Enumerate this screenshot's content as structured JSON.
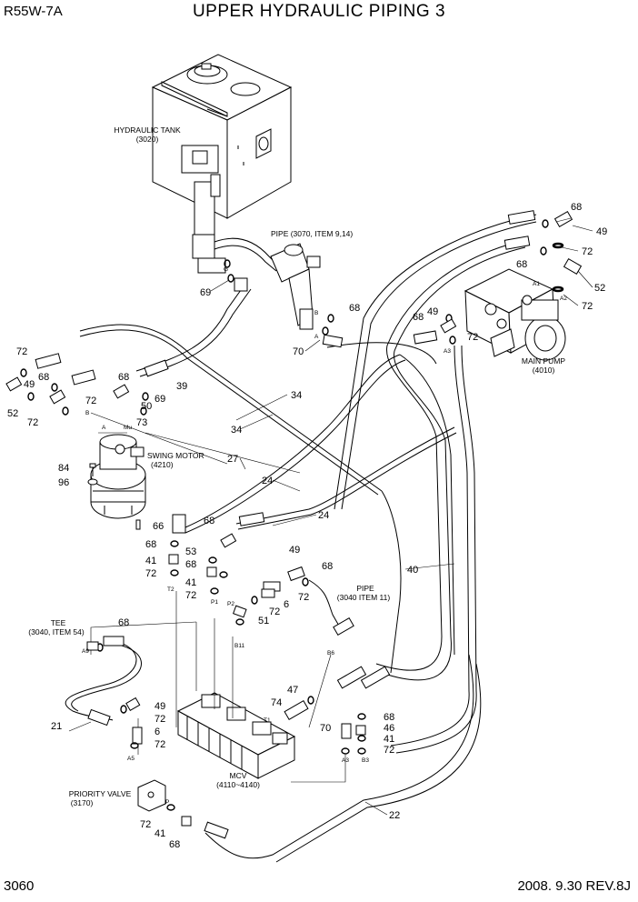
{
  "header": {
    "model": "R55W-7A",
    "title": "UPPER HYDRAULIC PIPING 3"
  },
  "footer": {
    "page_number": "3060",
    "date_rev": "2008. 9.30  REV.8J"
  },
  "components": {
    "hydraulic_tank": [
      "HYDRAULIC TANK",
      "(3020)"
    ],
    "pipe_top": "PIPE (3070, ITEM 9,14)",
    "main_pump": [
      "MAIN PUMP",
      "(4010)"
    ],
    "swing_motor": [
      "SWING MOTOR",
      "(4210)"
    ],
    "pipe_mid": [
      "PIPE",
      "(3040 ITEM 11)"
    ],
    "tee": [
      "TEE",
      "(3040, ITEM 54)"
    ],
    "mcv": [
      "MCV",
      "(4110~4140)"
    ],
    "priority_valve": [
      "PRIORITY VALVE",
      "(3170)"
    ]
  },
  "ports": [
    "G",
    "B",
    "A",
    "A1",
    "A2",
    "A3",
    "Mu",
    "T2",
    "P1",
    "P2",
    "B11",
    "B6",
    "A9",
    "A5",
    "T1",
    "A3",
    "B3",
    "P",
    "A",
    "B"
  ],
  "callouts": [
    "68",
    "49",
    "72",
    "52",
    "72",
    "68",
    "72",
    "69",
    "68",
    "70",
    "68",
    "49",
    "72",
    "68",
    "52",
    "72",
    "49",
    "68",
    "72",
    "50",
    "73",
    "39",
    "69",
    "34",
    "34",
    "27",
    "24",
    "24",
    "84",
    "96",
    "66",
    "68",
    "53",
    "68",
    "41",
    "72",
    "68",
    "41",
    "72",
    "49",
    "68",
    "72",
    "6",
    "51",
    "72",
    "40",
    "68",
    "21",
    "49",
    "72",
    "6",
    "72",
    "47",
    "74",
    "70",
    "68",
    "46",
    "41",
    "72",
    "22",
    "72",
    "41",
    "68"
  ]
}
